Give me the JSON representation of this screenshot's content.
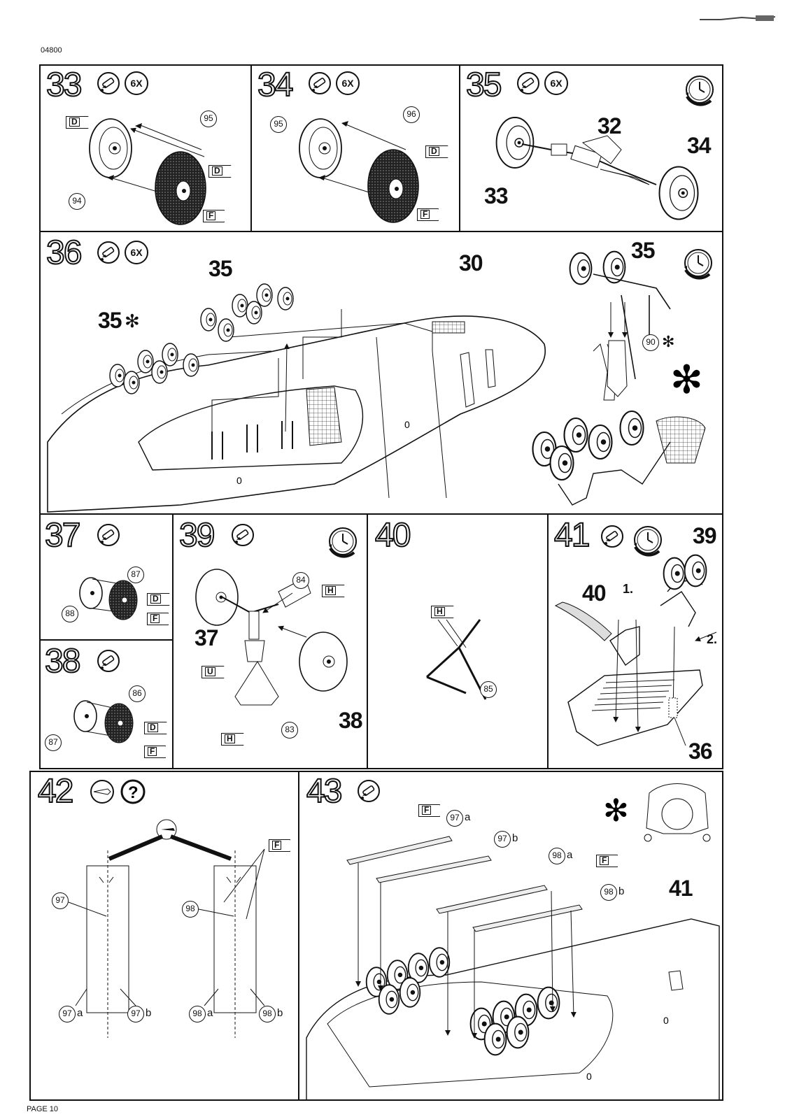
{
  "header": {
    "code": "04800"
  },
  "footer": {
    "page": "PAGE 10"
  },
  "flags": {
    "D": "D",
    "F": "F",
    "H": "H",
    "U": "U"
  },
  "times": {
    "6x": "6X"
  },
  "asterisk": "✻",
  "steps": {
    "s33": {
      "number": "33",
      "parts": {
        "p95": "95",
        "p94": "94"
      }
    },
    "s34": {
      "number": "34",
      "parts": {
        "p95": "95",
        "p96": "96"
      }
    },
    "s35": {
      "number": "35",
      "labels": {
        "l32": "32",
        "l34": "34",
        "l33": "33"
      }
    },
    "s36": {
      "number": "36",
      "labels": {
        "l35a": "35",
        "l35b": "35",
        "l30": "30",
        "l35c": "35"
      },
      "parts": {
        "p90": "90"
      }
    },
    "s37": {
      "number": "37",
      "parts": {
        "p87": "87",
        "p88": "88"
      }
    },
    "s38": {
      "number": "38",
      "parts": {
        "p86": "86",
        "p87": "87"
      }
    },
    "s39": {
      "number": "39",
      "labels": {
        "l37": "37",
        "l38": "38"
      },
      "parts": {
        "p84": "84",
        "p83": "83"
      }
    },
    "s40": {
      "number": "40",
      "parts": {
        "p85": "85"
      }
    },
    "s41": {
      "number": "41",
      "labels": {
        "l39": "39",
        "l40": "40",
        "l36": "36",
        "n1": "1.",
        "n2": "2."
      }
    },
    "s42": {
      "number": "42",
      "parts": {
        "p97": "97",
        "p98": "98",
        "p97a": "97",
        "p97b": "97",
        "p98a": "98",
        "p98b": "98"
      },
      "suffix": {
        "a": "a",
        "b": "b"
      }
    },
    "s43": {
      "number": "43",
      "labels": {
        "l41": "41"
      },
      "parts": {
        "p97a": "97",
        "p97b": "97",
        "p98a": "98",
        "p98b": "98"
      },
      "suffix": {
        "a": "a",
        "b": "b"
      }
    }
  }
}
